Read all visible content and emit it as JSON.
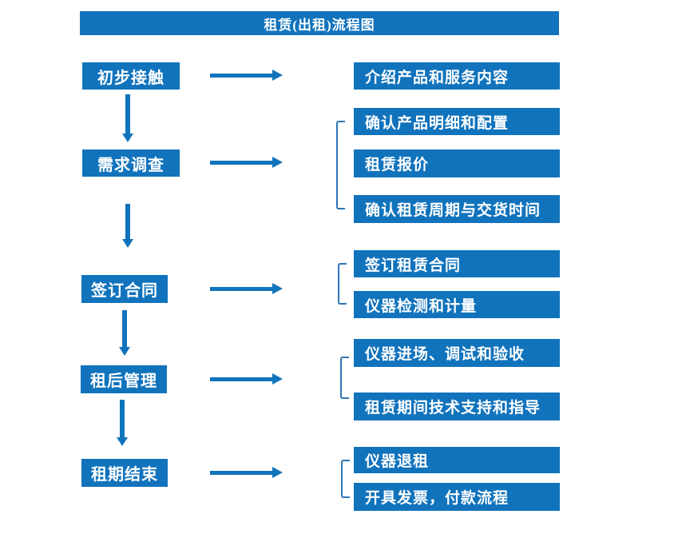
{
  "title": "租赁(出租)流程图",
  "colors": {
    "primary_blue": "#1173BC",
    "bracket_blue": "#2E75B6",
    "text_white": "#FFFFFF",
    "background": "#FFFFFF"
  },
  "flow": [
    {
      "step": "初步接触",
      "details": [
        "介绍产品和服务内容"
      ]
    },
    {
      "step": "需求调查",
      "details": [
        "确认产品明细和配置",
        "租赁报价",
        "确认租赁周期与交货时间"
      ]
    },
    {
      "step": "签订合同",
      "details": [
        "签订租赁合同",
        "仪器检测和计量"
      ]
    },
    {
      "step": "租后管理",
      "details": [
        "仪器进场、调试和验收",
        "租赁期间技术支持和指导"
      ]
    },
    {
      "step": "租期结束",
      "details": [
        "仪器退租",
        "开具发票，付款流程"
      ]
    }
  ]
}
